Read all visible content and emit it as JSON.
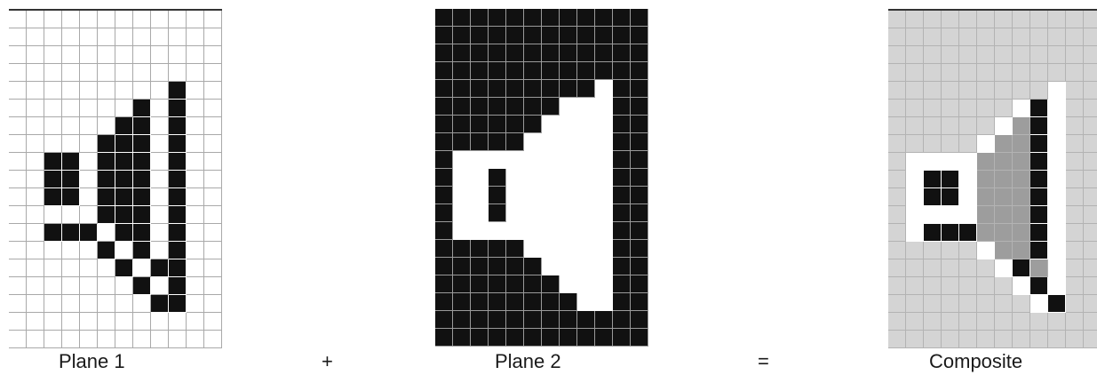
{
  "labels": {
    "plane1": "Plane 1",
    "plus": "+",
    "plane2": "Plane 2",
    "equals": "=",
    "composite": "Composite"
  },
  "plane1": [
    "000000000000",
    "000000000000",
    "000000000000",
    "000000000000",
    "000000000100",
    "000000010100",
    "000000110100",
    "000001110100",
    "001101110100",
    "001101110100",
    "001101110100",
    "000001110100",
    "001110110100",
    "000001010100",
    "000000101100",
    "000000010100",
    "000000001100",
    "000000000000",
    "000000000000"
  ],
  "plane2": [
    "000000000000",
    "000000000000",
    "000000000000",
    "000000000000",
    "000000000100",
    "000000011100",
    "000000111100",
    "000001111100",
    "011111111100",
    "011011111100",
    "011011111100",
    "011011111100",
    "011111111100",
    "000001111100",
    "000000111100",
    "000000011100",
    "000000001100",
    "000000000000",
    "000000000000"
  ],
  "composite": [
    "000000000000",
    "000000000000",
    "000000000000",
    "000000000000",
    "000000000100",
    "000000013100",
    "000000123100",
    "000001223100",
    "011112223100",
    "013312223100",
    "013312223100",
    "011112223100",
    "013332223100",
    "000001223100",
    "000000132100",
    "000000013100",
    "000000001300",
    "000000000000",
    "000000000000"
  ],
  "colors": {
    "black": "#111111",
    "white": "#ffffff",
    "light_gray": "#d4d4d4",
    "mid_gray": "#9d9d9d"
  }
}
